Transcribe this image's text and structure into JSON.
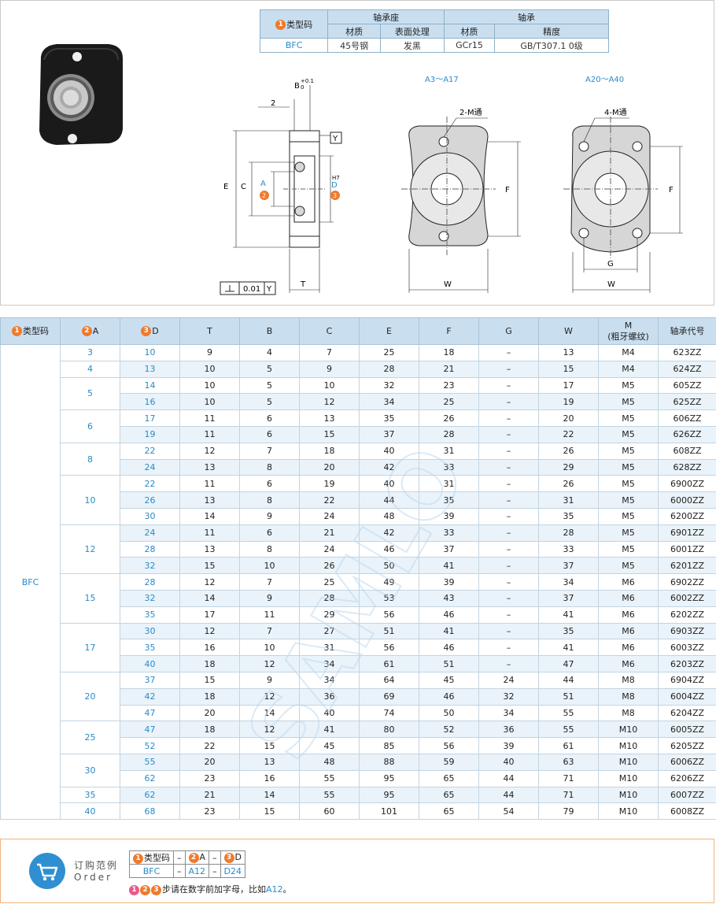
{
  "material_table": {
    "type_code_label": "类型码",
    "housing_label": "轴承座",
    "bearing_label": "轴承",
    "sub_headers": [
      "材质",
      "表面处理",
      "材质",
      "精度"
    ],
    "type_value": "BFC",
    "values": [
      "45号钢",
      "发黑",
      "GCr15",
      "GB/T307.1 0级"
    ]
  },
  "drawing": {
    "view1_title": "A3～A17",
    "view2_title": "A20～A40",
    "label_2": "2",
    "label_B": "B",
    "label_B_tol_upper": "+0.1",
    "label_B_tol_lower": "0",
    "label_Y": "Y",
    "label_E": "E",
    "label_C": "C",
    "label_A": "A",
    "label_D": "D",
    "label_D_tol": "H7",
    "label_T": "T",
    "label_tolerance_value": "0.01",
    "label_tolerance_ref": "Y",
    "label_2M": "2-M通",
    "label_4M": "4-M通",
    "label_F": "F",
    "label_W": "W",
    "label_G": "G",
    "watermark": "SAMLO"
  },
  "spec_table": {
    "headers": {
      "type": "类型码",
      "A": "A",
      "D": "D",
      "T": "T",
      "B": "B",
      "C": "C",
      "E": "E",
      "F": "F",
      "G": "G",
      "W": "W",
      "M": "M",
      "M_sub": "(粗牙螺纹)",
      "bearing": "轴承代号"
    },
    "type_value": "BFC",
    "groups": [
      {
        "A": "3",
        "rows": [
          [
            "10",
            "9",
            "4",
            "7",
            "25",
            "18",
            "–",
            "13",
            "M4",
            "623ZZ"
          ]
        ]
      },
      {
        "A": "4",
        "rows": [
          [
            "13",
            "10",
            "5",
            "9",
            "28",
            "21",
            "–",
            "15",
            "M4",
            "624ZZ"
          ]
        ]
      },
      {
        "A": "5",
        "rows": [
          [
            "14",
            "10",
            "5",
            "10",
            "32",
            "23",
            "–",
            "17",
            "M5",
            "605ZZ"
          ],
          [
            "16",
            "10",
            "5",
            "12",
            "34",
            "25",
            "–",
            "19",
            "M5",
            "625ZZ"
          ]
        ]
      },
      {
        "A": "6",
        "rows": [
          [
            "17",
            "11",
            "6",
            "13",
            "35",
            "26",
            "–",
            "20",
            "M5",
            "606ZZ"
          ],
          [
            "19",
            "11",
            "6",
            "15",
            "37",
            "28",
            "–",
            "22",
            "M5",
            "626ZZ"
          ]
        ]
      },
      {
        "A": "8",
        "rows": [
          [
            "22",
            "12",
            "7",
            "18",
            "40",
            "31",
            "–",
            "26",
            "M5",
            "608ZZ"
          ],
          [
            "24",
            "13",
            "8",
            "20",
            "42",
            "33",
            "–",
            "29",
            "M5",
            "628ZZ"
          ]
        ]
      },
      {
        "A": "10",
        "rows": [
          [
            "22",
            "11",
            "6",
            "19",
            "40",
            "31",
            "–",
            "26",
            "M5",
            "6900ZZ"
          ],
          [
            "26",
            "13",
            "8",
            "22",
            "44",
            "35",
            "–",
            "31",
            "M5",
            "6000ZZ"
          ],
          [
            "30",
            "14",
            "9",
            "24",
            "48",
            "39",
            "–",
            "35",
            "M5",
            "6200ZZ"
          ]
        ]
      },
      {
        "A": "12",
        "rows": [
          [
            "24",
            "11",
            "6",
            "21",
            "42",
            "33",
            "–",
            "28",
            "M5",
            "6901ZZ"
          ],
          [
            "28",
            "13",
            "8",
            "24",
            "46",
            "37",
            "–",
            "33",
            "M5",
            "6001ZZ"
          ],
          [
            "32",
            "15",
            "10",
            "26",
            "50",
            "41",
            "–",
            "37",
            "M5",
            "6201ZZ"
          ]
        ]
      },
      {
        "A": "15",
        "rows": [
          [
            "28",
            "12",
            "7",
            "25",
            "49",
            "39",
            "–",
            "34",
            "M6",
            "6902ZZ"
          ],
          [
            "32",
            "14",
            "9",
            "28",
            "53",
            "43",
            "–",
            "37",
            "M6",
            "6002ZZ"
          ],
          [
            "35",
            "17",
            "11",
            "29",
            "56",
            "46",
            "–",
            "41",
            "M6",
            "6202ZZ"
          ]
        ]
      },
      {
        "A": "17",
        "rows": [
          [
            "30",
            "12",
            "7",
            "27",
            "51",
            "41",
            "–",
            "35",
            "M6",
            "6903ZZ"
          ],
          [
            "35",
            "16",
            "10",
            "31",
            "56",
            "46",
            "–",
            "41",
            "M6",
            "6003ZZ"
          ],
          [
            "40",
            "18",
            "12",
            "34",
            "61",
            "51",
            "–",
            "47",
            "M6",
            "6203ZZ"
          ]
        ]
      },
      {
        "A": "20",
        "rows": [
          [
            "37",
            "15",
            "9",
            "34",
            "64",
            "45",
            "24",
            "44",
            "M8",
            "6904ZZ"
          ],
          [
            "42",
            "18",
            "12",
            "36",
            "69",
            "46",
            "32",
            "51",
            "M8",
            "6004ZZ"
          ],
          [
            "47",
            "20",
            "14",
            "40",
            "74",
            "50",
            "34",
            "55",
            "M8",
            "6204ZZ"
          ]
        ]
      },
      {
        "A": "25",
        "rows": [
          [
            "47",
            "18",
            "12",
            "41",
            "80",
            "52",
            "36",
            "55",
            "M10",
            "6005ZZ"
          ],
          [
            "52",
            "22",
            "15",
            "45",
            "85",
            "56",
            "39",
            "61",
            "M10",
            "6205ZZ"
          ]
        ]
      },
      {
        "A": "30",
        "rows": [
          [
            "55",
            "20",
            "13",
            "48",
            "88",
            "59",
            "40",
            "63",
            "M10",
            "6006ZZ"
          ],
          [
            "62",
            "23",
            "16",
            "55",
            "95",
            "65",
            "44",
            "71",
            "M10",
            "6206ZZ"
          ]
        ]
      },
      {
        "A": "35",
        "rows": [
          [
            "62",
            "21",
            "14",
            "55",
            "95",
            "65",
            "44",
            "71",
            "M10",
            "6007ZZ"
          ]
        ]
      },
      {
        "A": "40",
        "rows": [
          [
            "68",
            "23",
            "15",
            "60",
            "101",
            "65",
            "54",
            "79",
            "M10",
            "6008ZZ"
          ]
        ]
      }
    ]
  },
  "order": {
    "title": "订购范例",
    "subtitle": "Order",
    "headers": [
      "类型码",
      "–",
      "A",
      "–",
      "D"
    ],
    "values": [
      "BFC",
      "–",
      "A12",
      "–",
      "D24"
    ],
    "note_text": "步请在数字前加字母，比如",
    "note_example": "A12",
    "note_end": "。"
  },
  "colors": {
    "header_bg": "#c9dff0",
    "accent_blue": "#2a8bc8",
    "badge_orange": "#f07a2c",
    "order_border": "#f0b47c"
  }
}
